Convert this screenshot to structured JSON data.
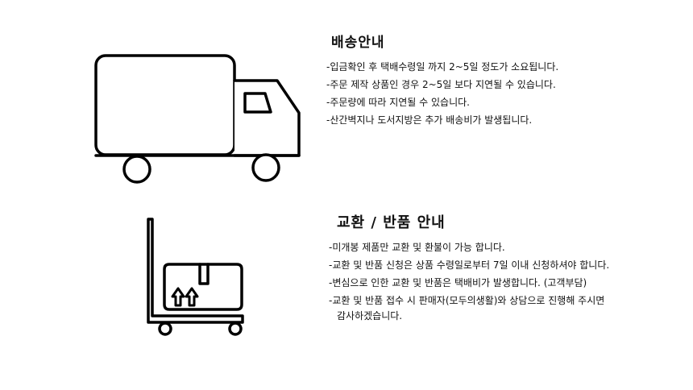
{
  "shipping": {
    "title": "배송안내",
    "lines": [
      "-입금확인 후 택배수령일 까지 2~5일 정도가 소요됩니다.",
      "-주문 제작 상품인 경우 2~5일 보다 지연될 수 있습니다.",
      "-주문량에 따라 지연될 수 있습니다.",
      "-산간벽지나 도서지방은 추가 배송비가 발생됩니다."
    ]
  },
  "exchange": {
    "title": "교환 / 반품 안내",
    "lines": [
      "-미개봉 제품만 교환 및 환불이 가능 합니다.",
      "-교환 및 반품 신청은 상품 수령일로부터 7일 이내 신청하셔야 합니다.",
      "-변심으로 인한 교환 및 반품은 택배비가 발생합니다. (고객부담)",
      "-교환 및 반품 접수 시 판매자(모두의생활)와 상담으로 진행해 주시면",
      "감사하겠습니다."
    ]
  },
  "icons": {
    "truck": "delivery-truck-icon",
    "cart": "hand-truck-box-icon"
  }
}
